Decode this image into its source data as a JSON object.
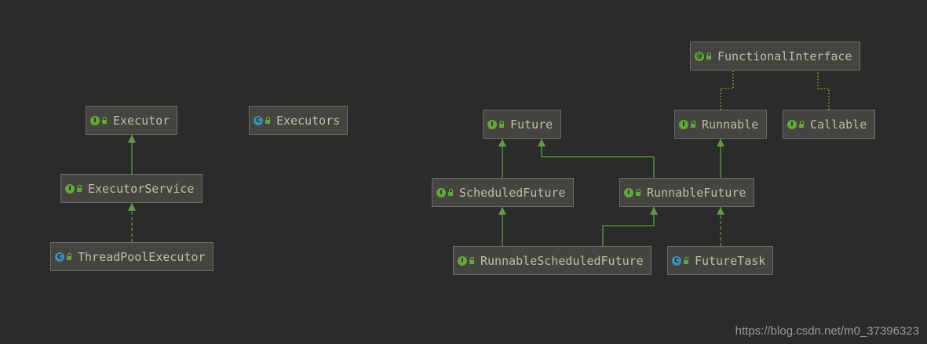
{
  "diagram": {
    "nodes": [
      {
        "id": "executor",
        "kind": "interface",
        "badge": "I",
        "label": "Executor"
      },
      {
        "id": "executors",
        "kind": "class",
        "badge": "C",
        "label": "Executors"
      },
      {
        "id": "executor-service",
        "kind": "interface",
        "badge": "I",
        "label": "ExecutorService"
      },
      {
        "id": "thread-pool-executor",
        "kind": "class",
        "badge": "C",
        "label": "ThreadPoolExecutor"
      },
      {
        "id": "functional-interface",
        "kind": "annotation",
        "badge": "@",
        "label": "FunctionalInterface"
      },
      {
        "id": "future",
        "kind": "interface",
        "badge": "I",
        "label": "Future"
      },
      {
        "id": "runnable",
        "kind": "interface",
        "badge": "I",
        "label": "Runnable"
      },
      {
        "id": "callable",
        "kind": "interface",
        "badge": "I",
        "label": "Callable"
      },
      {
        "id": "scheduled-future",
        "kind": "interface",
        "badge": "I",
        "label": "ScheduledFuture"
      },
      {
        "id": "runnable-future",
        "kind": "interface",
        "badge": "I",
        "label": "RunnableFuture"
      },
      {
        "id": "runnable-scheduled-future",
        "kind": "interface",
        "badge": "I",
        "label": "RunnableScheduledFuture"
      },
      {
        "id": "future-task",
        "kind": "class",
        "badge": "C",
        "label": "FutureTask"
      }
    ],
    "edges": [
      {
        "from": "executor-service",
        "to": "executor",
        "type": "extends"
      },
      {
        "from": "thread-pool-executor",
        "to": "executor-service",
        "type": "implements"
      },
      {
        "from": "scheduled-future",
        "to": "future",
        "type": "extends"
      },
      {
        "from": "runnable-future",
        "to": "future",
        "type": "extends"
      },
      {
        "from": "runnable-future",
        "to": "runnable",
        "type": "extends"
      },
      {
        "from": "runnable-scheduled-future",
        "to": "scheduled-future",
        "type": "extends"
      },
      {
        "from": "runnable-scheduled-future",
        "to": "runnable-future",
        "type": "extends"
      },
      {
        "from": "future-task",
        "to": "runnable-future",
        "type": "implements"
      },
      {
        "from": "runnable",
        "to": "functional-interface",
        "type": "annotated"
      },
      {
        "from": "callable",
        "to": "functional-interface",
        "type": "annotated"
      }
    ],
    "colors": {
      "background": "#2b2b2b",
      "node_fill": "#45443f",
      "node_border": "#6b6a64",
      "label": "#bdbdb0",
      "extends_line": "#5f9a45",
      "annotation_line": "#a0a030",
      "interface_badge": "#62a83c",
      "class_badge": "#3d8fb3"
    }
  },
  "watermark": "https://blog.csdn.net/m0_37396323"
}
